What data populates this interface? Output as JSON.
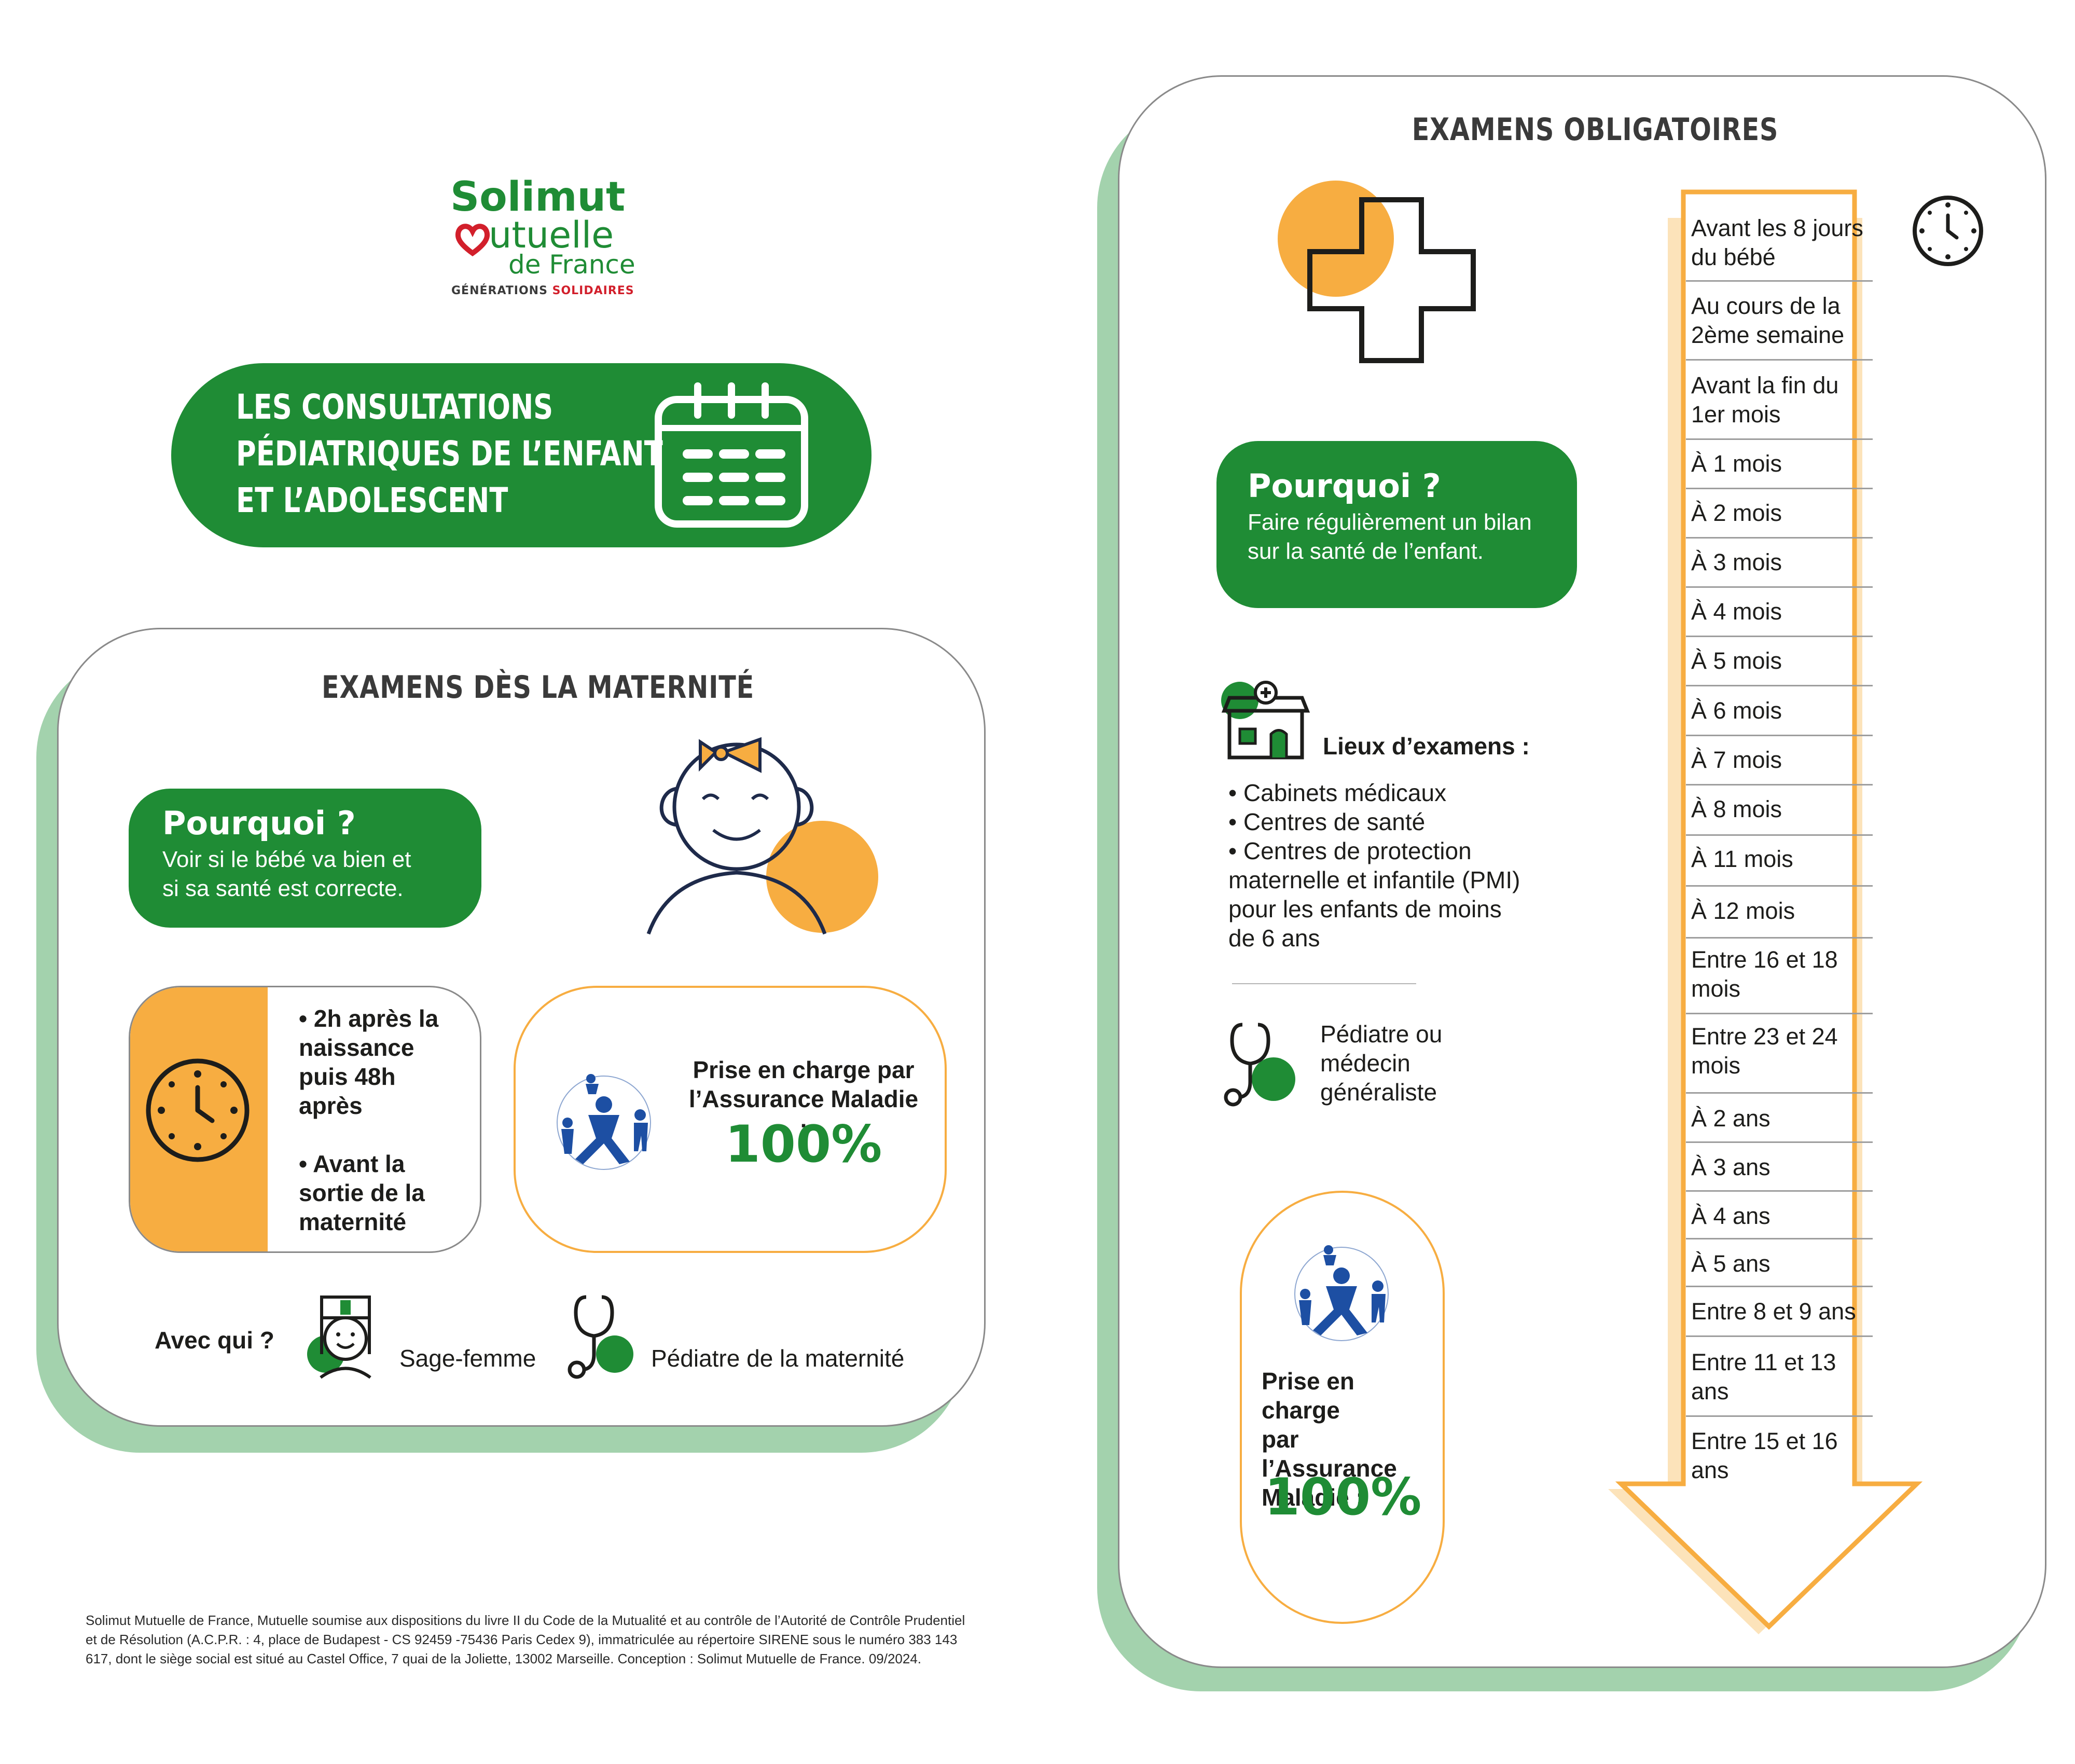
{
  "logo": {
    "solimut": "Solimut",
    "mutuelle": "utuelle",
    "de_france": "de France",
    "generations": "GÉNÉRATIONS",
    "solidaires": "SOLIDAIRES"
  },
  "header": {
    "title_line1": "LES CONSULTATIONS",
    "title_line2": "PÉDIATRIQUES DE L’ENFANT",
    "title_line3": "ET L’ADOLESCENT"
  },
  "maternite": {
    "title": "EXAMENS DÈS LA MATERNITÉ",
    "pourquoi_title": "Pourquoi ?",
    "pourquoi_line1": "Voir si le bébé va bien et",
    "pourquoi_line2": "si sa santé est correcte.",
    "timing": [
      "• 2h après la",
      "naissance",
      "puis 48h",
      "après",
      "• Avant la",
      "sortie de la",
      "maternité"
    ],
    "prise_line1": "Prise en charge par",
    "prise_line2": "l’Assurance Maladie :",
    "percent": "100%",
    "avec_qui": "Avec qui ?",
    "sage_femme": "Sage-femme",
    "pediatre": "Pédiatre de la maternité"
  },
  "obligatoires": {
    "title": "EXAMENS OBLIGATOIRES",
    "pourquoi_title": "Pourquoi ?",
    "pourquoi_line1": "Faire régulièrement un bilan",
    "pourquoi_line2": "sur la santé de l’enfant.",
    "lieux_title": "Lieux d’examens :",
    "lieux": [
      "• Cabinets médicaux",
      "• Centres de santé",
      "• Centres de protection",
      "maternelle et infantile (PMI)",
      "pour les enfants de moins",
      "de 6 ans"
    ],
    "medecin": [
      "Pédiatre ou",
      "médecin",
      "généraliste"
    ],
    "prise": [
      "Prise en charge",
      "par l’Assurance",
      "Maladie :"
    ],
    "percent": "100%",
    "timeline": [
      "Avant les 8 jours du bébé",
      "Au cours de la 2ème semaine",
      "Avant la fin du 1er mois",
      "À 1 mois",
      "À 2 mois",
      "À 3 mois",
      "À 4 mois",
      "À 5 mois",
      "À 6 mois",
      "À 7 mois",
      "À 8 mois",
      "À 11 mois",
      "À 12 mois",
      "Entre 16 et 18 mois",
      "Entre 23 et 24 mois",
      "À 2 ans",
      "À 3 ans",
      "À 4 ans",
      "À 5 ans",
      "Entre 8 et 9 ans",
      "Entre 11 et 13 ans",
      "Entre 15 et 16 ans"
    ]
  },
  "footer": "Solimut Mutuelle de France, Mutuelle soumise aux dispositions du livre II du Code de la Mutualité et au contrôle de l’Autorité de Contrôle Prudentiel et de Résolution (A.C.P.R. : 4, place de Budapest - CS 92459 -75436 Paris Cedex 9), immatriculée au répertoire SIRENE sous le numéro 383 143 617, dont le siège social est situé au Castel Office, 7 quai de la Joliette, 13002 Marseille. Conception : Solimut Mutuelle de France. 09/2024.",
  "colors": {
    "green": "#1f8c35",
    "orange": "#f7ad41",
    "light_green": "#a3d2ad",
    "ameli_blue": "#1d4fa3"
  }
}
